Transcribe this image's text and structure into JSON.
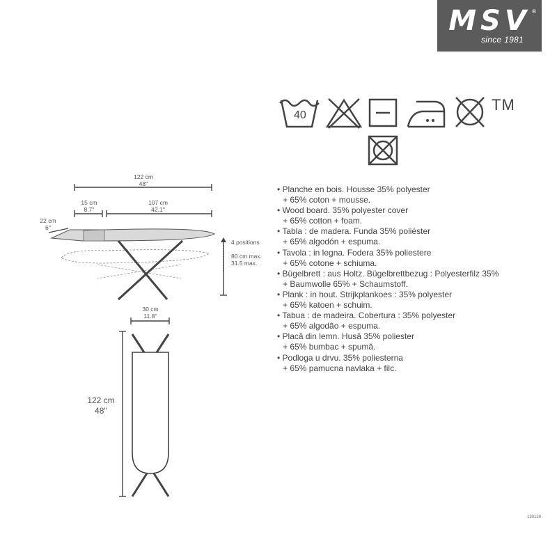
{
  "logo": {
    "brand": "MSV",
    "registered": "®",
    "tagline": "since 1981"
  },
  "care_symbols": {
    "wash_temperature": "40",
    "trademark": "TM",
    "icons": [
      "wash-40-icon",
      "no-bleach-icon",
      "dry-flat-icon",
      "iron-medium-icon",
      "no-dry-clean-icon",
      "no-tumble-dry-icon"
    ]
  },
  "dimensions": {
    "total_length_cm": "122 cm",
    "total_length_in": "48''",
    "extension_cm": "15 cm",
    "extension_in": "8.7''",
    "board_cm": "107 cm",
    "board_in": "42.1''",
    "rest_cm": "22 cm",
    "rest_in": "6''",
    "positions": "4 positions",
    "height_cm": "80 cm max.",
    "height_in": "31.5 max.",
    "width_cm": "30 cm",
    "width_in": "11.8''",
    "top_length_cm": "122 cm",
    "top_length_in": "48''"
  },
  "description": [
    {
      "text": "• Planche en bois. Housse 35% polyester",
      "indent": false
    },
    {
      "text": "+ 65% coton + mousse.",
      "indent": true
    },
    {
      "text": "• Wood board. 35% polyester cover",
      "indent": false
    },
    {
      "text": "+ 65% cotton + foam.",
      "indent": true
    },
    {
      "text": "• Tabla : de madera. Funda 35% poliéster",
      "indent": false
    },
    {
      "text": "+ 65% algodón + espuma.",
      "indent": true
    },
    {
      "text": "• Tavola : in legna. Fodera 35% poliestere",
      "indent": false
    },
    {
      "text": "+ 65% cotone + schiuma.",
      "indent": true
    },
    {
      "text": "• Bügelbrett : aus Holtz. Bügelbrettbezug : Polyesterfilz 35%",
      "indent": false
    },
    {
      "text": "+ Baumwolle 65% + Schaumstoff.",
      "indent": true
    },
    {
      "text": "• Plank : in hout. Strijkplankoes : 35% polyester",
      "indent": false
    },
    {
      "text": "+ 65% katoen + schuim.",
      "indent": true
    },
    {
      "text": "• Tabua : de madeira. Cobertura : 35% polyester",
      "indent": false
    },
    {
      "text": "+ 65% algodão + espuma.",
      "indent": true
    },
    {
      "text": "• Placă din lemn. Husă 35% poliester",
      "indent": false
    },
    {
      "text": "+ 65% bumbac + spumă.",
      "indent": true
    },
    {
      "text": "• Podloga u drvu. 35% poliesterna",
      "indent": false
    },
    {
      "text": "+ 65% pamucna navlaka + filc.",
      "indent": true
    }
  ],
  "product_code": "130120"
}
